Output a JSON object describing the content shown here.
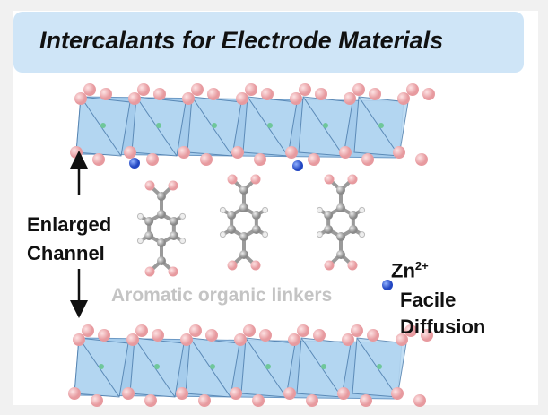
{
  "title": "Intercalants for Electrode Materials",
  "left_label": {
    "line1": "Enlarged",
    "line2": "Channel"
  },
  "linkers_label": "Aromatic organic linkers",
  "ion_label": {
    "base": "Zn",
    "charge": "2+"
  },
  "right_label": {
    "line1": "Facile",
    "line2": "Diffusion"
  },
  "colors": {
    "title_bg": "#cfe5f7",
    "polyhedra": "#8fbfe6",
    "oxygen": "#f2b5b8",
    "carbon": "#a9a9a9",
    "zinc": "#3a62d6"
  }
}
